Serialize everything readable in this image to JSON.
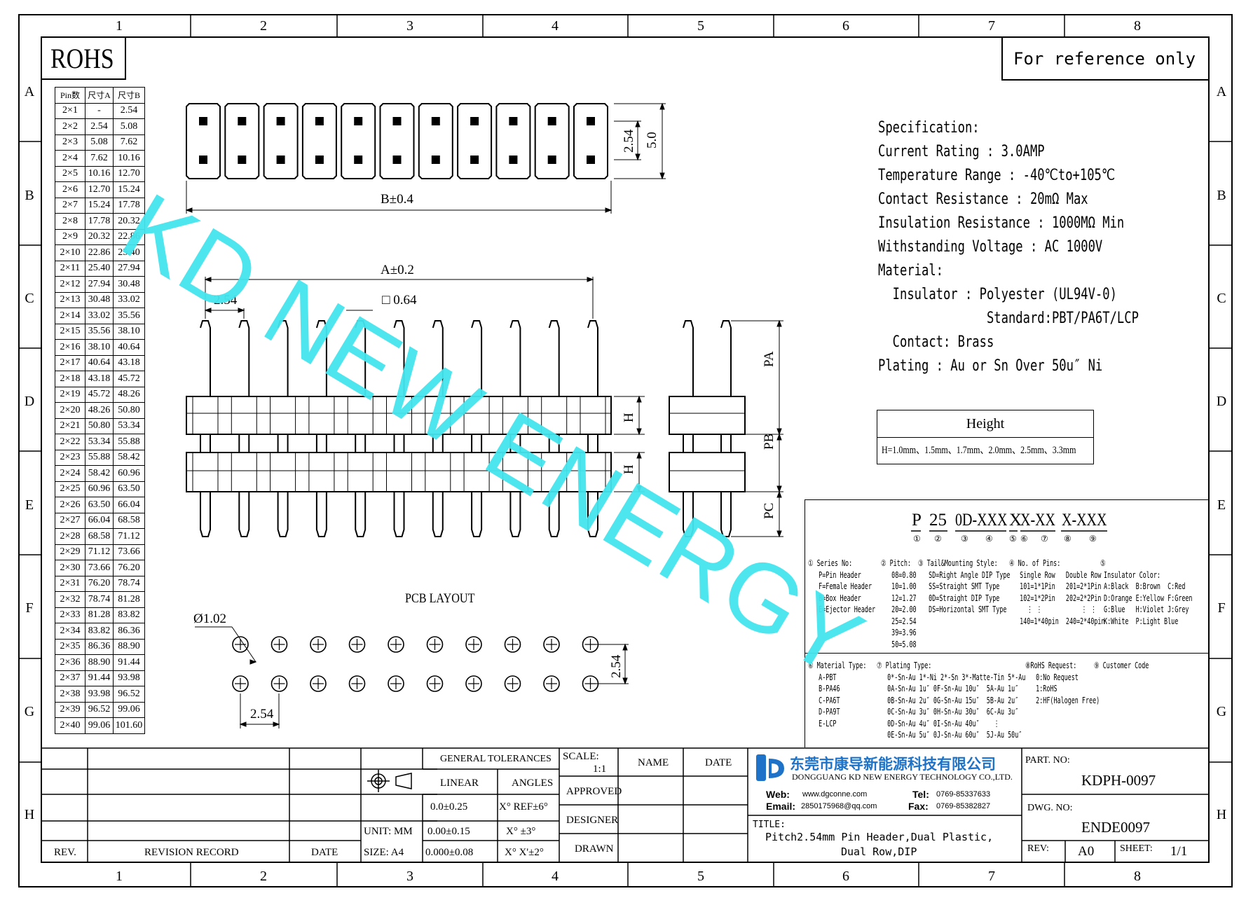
{
  "border": {
    "cols": [
      "1",
      "2",
      "3",
      "4",
      "5",
      "6",
      "7",
      "8"
    ],
    "rows": [
      "A",
      "B",
      "C",
      "D",
      "E",
      "F",
      "G",
      "H"
    ]
  },
  "rohs_label": "ROHS",
  "reference_note": "For reference only",
  "pin_table": {
    "headers": [
      "Pin数",
      "尺寸A",
      "尺寸B"
    ],
    "rows": [
      [
        "2×1",
        "-",
        "2.54"
      ],
      [
        "2×2",
        "2.54",
        "5.08"
      ],
      [
        "2×3",
        "5.08",
        "7.62"
      ],
      [
        "2×4",
        "7.62",
        "10.16"
      ],
      [
        "2×5",
        "10.16",
        "12.70"
      ],
      [
        "2×6",
        "12.70",
        "15.24"
      ],
      [
        "2×7",
        "15.24",
        "17.78"
      ],
      [
        "2×8",
        "17.78",
        "20.32"
      ],
      [
        "2×9",
        "20.32",
        "22.86"
      ],
      [
        "2×10",
        "22.86",
        "25.40"
      ],
      [
        "2×11",
        "25.40",
        "27.94"
      ],
      [
        "2×12",
        "27.94",
        "30.48"
      ],
      [
        "2×13",
        "30.48",
        "33.02"
      ],
      [
        "2×14",
        "33.02",
        "35.56"
      ],
      [
        "2×15",
        "35.56",
        "38.10"
      ],
      [
        "2×16",
        "38.10",
        "40.64"
      ],
      [
        "2×17",
        "40.64",
        "43.18"
      ],
      [
        "2×18",
        "43.18",
        "45.72"
      ],
      [
        "2×19",
        "45.72",
        "48.26"
      ],
      [
        "2×20",
        "48.26",
        "50.80"
      ],
      [
        "2×21",
        "50.80",
        "53.34"
      ],
      [
        "2×22",
        "53.34",
        "55.88"
      ],
      [
        "2×23",
        "55.88",
        "58.42"
      ],
      [
        "2×24",
        "58.42",
        "60.96"
      ],
      [
        "2×25",
        "60.96",
        "63.50"
      ],
      [
        "2×26",
        "63.50",
        "66.04"
      ],
      [
        "2×27",
        "66.04",
        "68.58"
      ],
      [
        "2×28",
        "68.58",
        "71.12"
      ],
      [
        "2×29",
        "71.12",
        "73.66"
      ],
      [
        "2×30",
        "73.66",
        "76.20"
      ],
      [
        "2×31",
        "76.20",
        "78.74"
      ],
      [
        "2×32",
        "78.74",
        "81.28"
      ],
      [
        "2×33",
        "81.28",
        "83.82"
      ],
      [
        "2×34",
        "83.82",
        "86.36"
      ],
      [
        "2×35",
        "86.36",
        "88.90"
      ],
      [
        "2×36",
        "88.90",
        "91.44"
      ],
      [
        "2×37",
        "91.44",
        "93.98"
      ],
      [
        "2×38",
        "93.98",
        "96.52"
      ],
      [
        "2×39",
        "96.52",
        "99.06"
      ],
      [
        "2×40",
        "99.06",
        "101.60"
      ]
    ]
  },
  "dims": {
    "b_tol": "B±0.4",
    "a_tol": "A±0.2",
    "pitch": "2.54",
    "pin_sq": "□ 0.64",
    "height_254": "2.54",
    "height_50": "5.0",
    "pa": "PA",
    "pb": "PB",
    "pc": "PC",
    "h": "H",
    "pcb_title": "PCB LAYOUT",
    "hole": "Ø1.02",
    "pcb_pitch_v": "2.54",
    "pcb_pitch_h": "2.54"
  },
  "spec": {
    "lines": [
      "Specification:",
      "Current Rating : 3.0AMP",
      "Temperature Range : -40℃to+105℃",
      "Contact Resistance : 20mΩ Max",
      "Insulation Resistance : 1000MΩ Min",
      "Withstanding Voltage : AC 1000V",
      "Material:",
      "  Insulator : Polyester (UL94V-0)",
      "               Standard:PBT/PA6T/LCP",
      "  Contact: Brass",
      "Plating : Au or Sn Over 50u″ Ni"
    ]
  },
  "height_box": {
    "title": "Height",
    "values": "H=1.0mm、1.5mm、1.7mm、2.0mm、2.5mm、3.3mm"
  },
  "part_code": {
    "segments": [
      "P",
      "25",
      "0D-XXX",
      "X",
      "X-XX",
      "X-XXX"
    ],
    "numbers": [
      "①",
      "②",
      "③",
      "④",
      "⑤",
      "⑥",
      "⑦",
      "⑧",
      "⑨"
    ]
  },
  "legend": {
    "series": "① Series No:\n   P=Pin Header\n   F=Female Header\n   B=Box Header\n   E=Ejector Header",
    "pitch": "② Pitch:\n   08=0.80\n   10=1.00\n   12=1.27\n   20=2.00\n   25=2.54\n   39=3.96\n   50=5.08",
    "tail": "③ Tail&Mounting Style:\n   SD=Right Angle DIP Type\n   SS=Straight SMT Type\n   0D=Straight DIP Type\n   DS=Horizontal SMT Type",
    "pins": "④ No. of Pins:\n   Single Row   Double Row\n   101=1*1Pin   201=2*1Pin\n   102=1*2Pin   202=2*2Pin\n     ⋮ ⋮           ⋮ ⋮\n   140=1*40pin  240=2*40pin",
    "color": "⑤\n Insulator Color:\n A:Black  B:Brown  C:Red\n D:Orange E:Yellow F:Green\n G:Blue   H:Violet J:Grey\n K:White  P:Light Blue",
    "material": "⑥ Material Type:\n   A-PBT\n   B-PA46\n   C-PA6T\n   D-PA9T\n   E-LCP",
    "plating": "⑦ Plating Type:\n   0*-Sn-Au 1*-Ni 2*-Sn 3*-Matte-Tin 5*-Au\n   0A-Sn-Au 1u″ 0F-Sn-Au 10u″  5A-Au 1u″\n   0B-Sn-Au 2u″ 0G-Sn-Au 15u″  5B-Au 2u″\n   0C-Sn-Au 3u″ 0H-Sn-Au 30u″  6C-Au 3u″\n   0D-Sn-Au 4u″ 0I-Sn-Au 40u″    ⋮\n   0E-Sn-Au 5u″ 0J-Sn-Au 60u″  5J-Au 50u″",
    "rohs": "⑧RoHS Request:\n   0:No Request\n   1:RoHS\n   2:HF(Halogen Free)",
    "customer": "⑨ Customer Code"
  },
  "title_block": {
    "rev": "REV.",
    "revision_record": "REVISION RECORD",
    "date": "DATE",
    "general_tolerances": "GENERAL TOLERANCES",
    "linear": "LINEAR",
    "angles": "ANGLES",
    "lin1": "0.0±0.25",
    "lin2": "0.00±0.15",
    "lin3": "0.000±0.08",
    "ang1": "X° REF±6°",
    "ang2": "X° ±3°",
    "ang3": "X° X'±2°",
    "unit": "UNIT: MM",
    "size": "SIZE: A4",
    "scale": "SCALE:",
    "scale_val": "1:1",
    "name": "NAME",
    "date2": "DATE",
    "approved": "APPROVED",
    "designer": "DESIGNER",
    "drawn": "DRAWN",
    "company_cn": "东莞市康导新能源科技有限公司",
    "company_en": "DONGGUANG KD NEW ENERGY TECHNOLOGY CO.,LTD.",
    "web_label": "Web:",
    "web": "www.dgconne.com",
    "tel_label": "Tel:",
    "tel": "0769-85337633",
    "email_label": "Email:",
    "email": "2850175968@qq.com",
    "fax_label": "Fax:",
    "fax": "0769-85382827",
    "title_label": "TITLE:",
    "title_line1": "Pitch2.54mm Pin Header,Dual Plastic,",
    "title_line2": "Dual Row,DIP",
    "part_no_label": "PART. NO:",
    "part_no": "KDPH-0097",
    "dwg_no_label": "DWG. NO:",
    "dwg_no": "ENDE0097",
    "rev_label": "REV:",
    "rev_val": "A0",
    "sheet_label": "SHEET:",
    "sheet_val": "1/1"
  },
  "watermark": "KD NEW ENERGY",
  "colors": {
    "watermark": "#44e5ee",
    "logo": "#1e73c8"
  }
}
